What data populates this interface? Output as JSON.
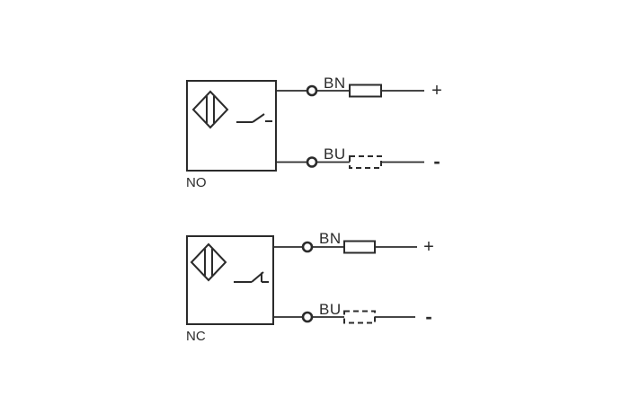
{
  "page": {
    "background_color": "#ffffff",
    "line_color": "#2b2b2b"
  },
  "diagrams": [
    {
      "label": "NO",
      "contact_type": "normally-open",
      "wires": [
        {
          "label": "BN",
          "terminal_symbol": "+",
          "load": "resistor"
        },
        {
          "label": "BU",
          "terminal_symbol": "-",
          "load": "dashed-box"
        }
      ]
    },
    {
      "label": "NC",
      "contact_type": "normally-closed",
      "wires": [
        {
          "label": "BN",
          "terminal_symbol": "+",
          "load": "resistor"
        },
        {
          "label": "BU",
          "terminal_symbol": "-",
          "load": "dashed-box"
        }
      ]
    }
  ]
}
